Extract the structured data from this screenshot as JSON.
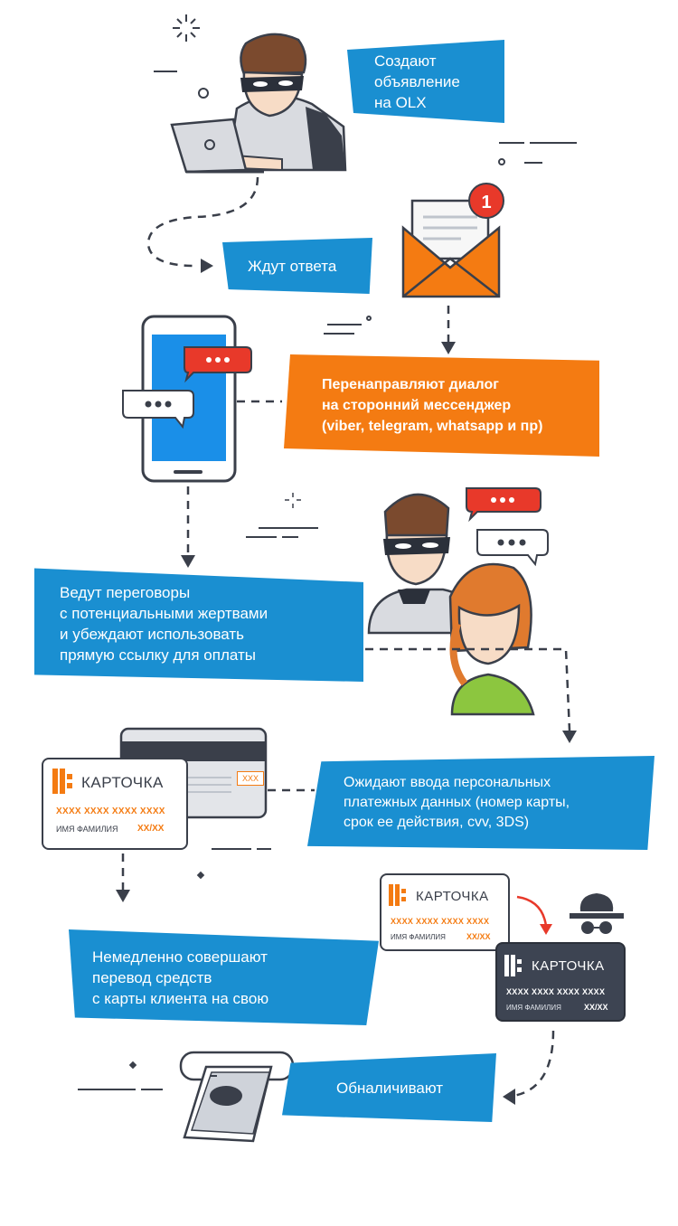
{
  "steps": {
    "s1": "Создают\nобъявление\nна OLX",
    "s2": "Ждут ответа",
    "s3": "Перенаправляют диалог\nна сторонний мессенджер\n(viber, telegram, whatsapp и пр)",
    "s4": "Ведут переговоры\nс потенциальными жертвами\nи убеждают использовать\nпрямую ссылку для оплаты",
    "s5": "Ожидают ввода персональных\nплатежных данных (номер карты,\nсрок ее действия, cvv, 3DS)",
    "s6": "Немедленно совершают\nперевод средств\nс карты клиента на свою",
    "s7": "Обналичивают"
  },
  "notification_count": "1",
  "card_back_code": "XXX",
  "cards": {
    "victim_large": {
      "title": "КАРТОЧКА",
      "number": "XXXX XXXX  XXXX XXXX",
      "name": "ИМЯ ФАМИЛИЯ",
      "expiry": "XX/XX"
    },
    "victim_small": {
      "title": "КАРТОЧКА",
      "number": "XXXX XXXX  XXXX XXXX",
      "name": "ИМЯ ФАМИЛИЯ",
      "expiry": "XX/XX"
    },
    "fraud": {
      "title": "КАРТОЧКА",
      "number": "XXXX XXXX  XXXX XXXX",
      "name": "ИМЯ ФАМИЛИЯ",
      "expiry": "XX/XX"
    }
  },
  "colors": {
    "blue": "#1a8fd1",
    "orange": "#f47b12",
    "dark": "#3a3f4a",
    "red": "#e8392a",
    "phone_screen": "#1a8fe8"
  }
}
